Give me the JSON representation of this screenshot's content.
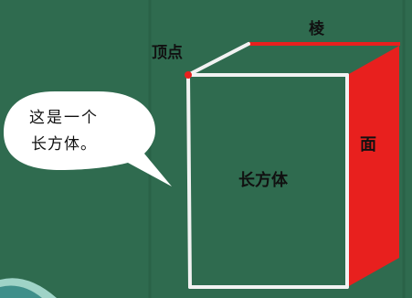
{
  "labels": {
    "edge": "棱",
    "vertex": "顶点",
    "face": "面",
    "cuboid": "长方体"
  },
  "speech_bubble": {
    "line1": "这是一个",
    "line2": "长方体。"
  },
  "colors": {
    "chalkboard": "#2f6b4f",
    "chalk": "#f2f2f2",
    "highlight": "#e8201e",
    "bubble": "#ffffff"
  }
}
